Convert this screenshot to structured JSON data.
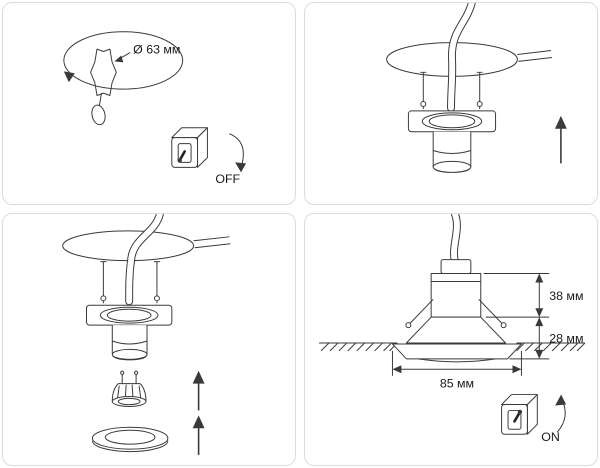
{
  "panels": [
    {
      "id": "step-1-cut-hole-power-off",
      "labels": {
        "hole_diameter": "Ø 63 мм",
        "power_state": "OFF"
      }
    },
    {
      "id": "step-2-push-fixture-into-hole",
      "labels": {}
    },
    {
      "id": "step-3-insert-bulb-and-ring",
      "labels": {}
    },
    {
      "id": "step-4-installed-dimensions-power-on",
      "labels": {
        "recess_height": "38 мм",
        "visible_height": "28 мм",
        "trim_width": "85 мм",
        "power_state": "ON"
      }
    }
  ],
  "colors": {
    "line": "#3a3a3a",
    "panel_border": "#dcdcdc",
    "background": "#ffffff",
    "text": "#1a1a1a"
  }
}
